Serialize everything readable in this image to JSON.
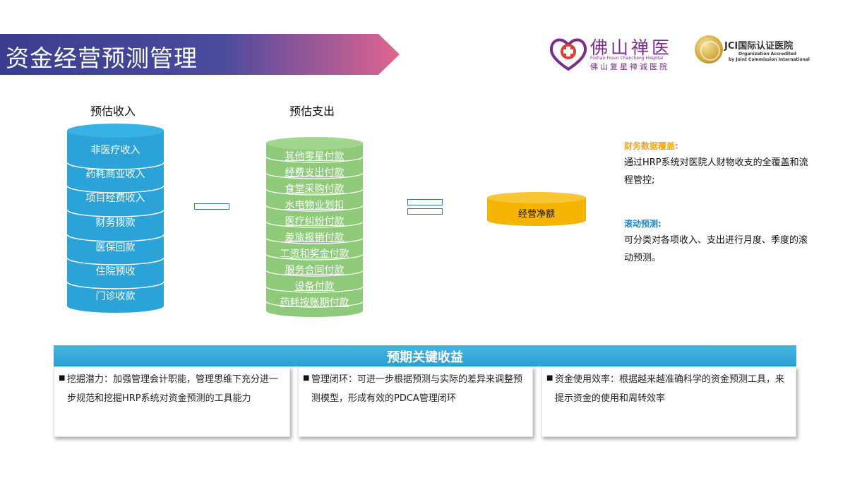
{
  "header": {
    "title": "资金经营预测管理"
  },
  "logos": {
    "hospital": {
      "cn_big": "佛山禅医",
      "en": "Foshan Fosun Chancheng Hospital",
      "cn_small": "佛山复星禅诚医院"
    },
    "jci": {
      "title": "JCI国际认证医院",
      "sub1": "Organization Accredited",
      "sub2": "by Joint Commission International"
    }
  },
  "income": {
    "heading": "预估收入",
    "items": [
      "非医疗收入",
      "药耗商业收入",
      "项目经费收入",
      "财务拨款",
      "医保回款",
      "住院预收",
      "门诊收款"
    ]
  },
  "expense": {
    "heading": "预估支出",
    "items": [
      "其他零星付款",
      "经费支出付款",
      "食堂采购付款",
      "水电物业划扣",
      "医疗纠纷付款",
      "差旅报销付款",
      "工资和奖金付款",
      "服务合同付款",
      "设备付款",
      "药耗按账期付款"
    ]
  },
  "net": {
    "label": "经营净额"
  },
  "notes": {
    "coverage_title": "财务数据覆盖:",
    "coverage_text": "通过HRP系统对医院人财物收支的全覆盖和流程管控;",
    "rolling_title": "滚动预测:",
    "rolling_text": "可分类对各项收入、支出进行月度、季度的滚动预测。"
  },
  "benefits": {
    "title": "预期关键收益",
    "cards": [
      "挖掘潜力：加强管理会计职能，管理思维下充分进一步规范和挖掘HRP系统对资金预测的工具能力",
      "管理闭环：可进一步根据预测与实际的差异来调整预测模型，形成有效的PDCA管理闭环",
      "资金使用效率：根据越来越准确科学的资金预测工具，来提示资金的使用和周转效率"
    ]
  },
  "colors": {
    "banner_start": "#3a3d8f",
    "banner_end": "#e0648f",
    "income_cylinder": "#2ba3d8",
    "expense_cylinder": "#8fc97a",
    "net_cylinder": "#f4b400",
    "benefit_bar": "#2aa0d6",
    "note_orange": "#f5a623",
    "note_blue": "#1e88c8"
  }
}
